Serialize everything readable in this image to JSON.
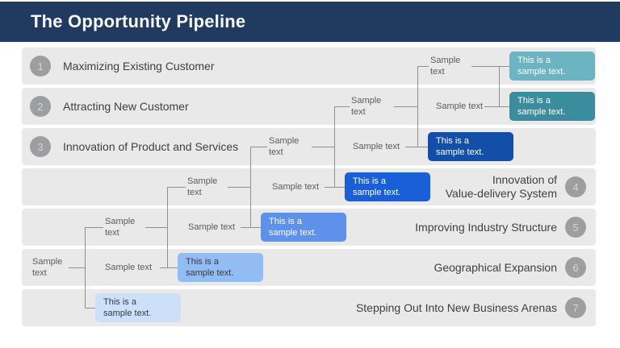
{
  "title": "The Opportunity Pipeline",
  "strings": {
    "sample_multiline": [
      "Sample",
      "text"
    ],
    "sample_single": "Sample text",
    "box_text": [
      "This is a",
      "sample text."
    ]
  },
  "rows": [
    {
      "num": "1",
      "side": "left",
      "lines": [
        "Maximizing Existing Customer",
        ""
      ]
    },
    {
      "num": "2",
      "side": "left",
      "lines": [
        "Attracting New Customer",
        ""
      ]
    },
    {
      "num": "3",
      "side": "left",
      "lines": [
        "Innovation of Product and Services",
        ""
      ]
    },
    {
      "num": "4",
      "side": "right",
      "lines": [
        "Innovation of",
        "Value-delivery System"
      ]
    },
    {
      "num": "5",
      "side": "right",
      "lines": [
        "Improving Industry Structure",
        ""
      ]
    },
    {
      "num": "6",
      "side": "right",
      "lines": [
        "Geographical Expansion",
        ""
      ]
    },
    {
      "num": "7",
      "side": "right",
      "lines": [
        "Stepping Out Into New Business Arenas",
        ""
      ]
    }
  ],
  "boxes": [
    {
      "row": 1,
      "color": "#6CB4C1",
      "text_color": "#FFFFFF"
    },
    {
      "row": 2,
      "color": "#3B8C9D",
      "text_color": "#FFFFFF"
    },
    {
      "row": 3,
      "color": "#134FA9",
      "text_color": "#FFFFFF"
    },
    {
      "row": 4,
      "color": "#1A5ED8",
      "text_color": "#FFFFFF"
    },
    {
      "row": 5,
      "color": "#5E92EA",
      "text_color": "#FFFFFF"
    },
    {
      "row": 6,
      "color": "#92BCF4",
      "text_color": "#3A3A3A"
    },
    {
      "row": 7,
      "color": "#CCE1F9",
      "text_color": "#3A3A3A"
    }
  ],
  "colors": {
    "header_bar": "#203A60",
    "row_background": "#E9E9E9",
    "step_circle": "#9D9EA0",
    "connector_line": "#909090"
  }
}
